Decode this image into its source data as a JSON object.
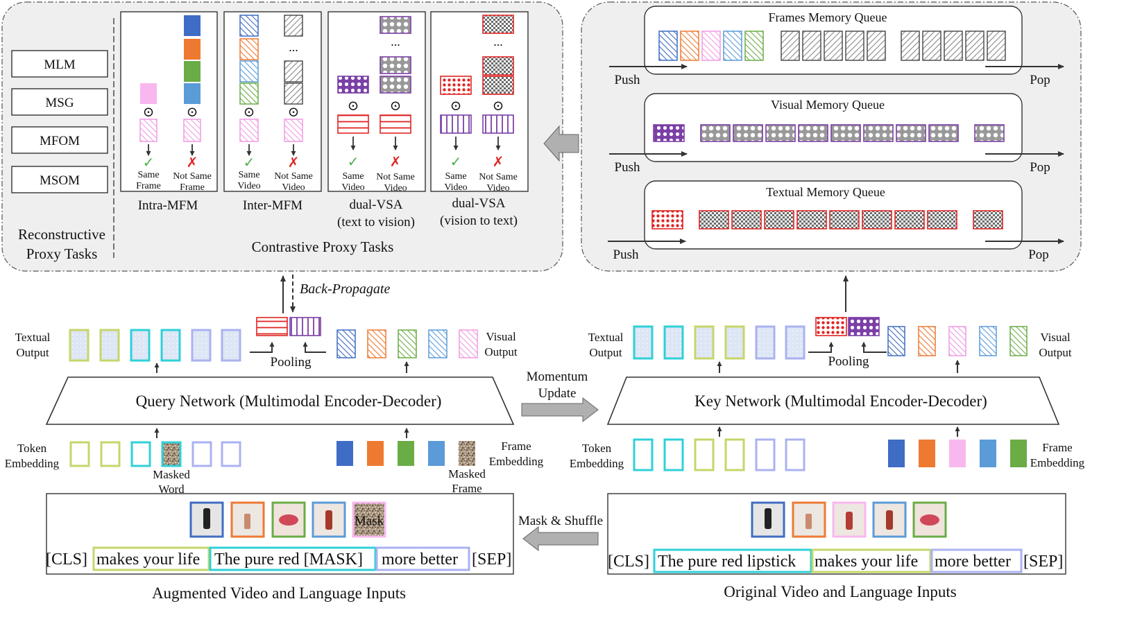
{
  "proxy_tasks": {
    "reconstructive_items": [
      "MLM",
      "MSG",
      "MFOM",
      "MSOM"
    ],
    "reconstructive_title_line1": "Reconstructive",
    "reconstructive_title_line2": "Proxy Tasks",
    "contrastive_title": "Contrastive Proxy Tasks",
    "panels": [
      {
        "name": "Intra-MFM",
        "name2": "",
        "left_label1": "Same",
        "left_label2": "Frame",
        "right_label1": "Not Same",
        "right_label2": "Frame"
      },
      {
        "name": "Inter-MFM",
        "name2": "",
        "left_label1": "Same",
        "left_label2": "Video",
        "right_label1": "Not Same",
        "right_label2": "Video"
      },
      {
        "name": "dual-VSA",
        "name2": "(text to vision)",
        "left_label1": "Same",
        "left_label2": "Video",
        "right_label1": "Not Same",
        "right_label2": "Video"
      },
      {
        "name": "dual-VSA",
        "name2": "(vision to text)",
        "left_label1": "Same",
        "left_label2": "Video",
        "right_label1": "Not Same",
        "right_label2": "Video"
      }
    ],
    "dot_symbol": "⊙",
    "check_symbol": "✓",
    "cross_symbol": "✗",
    "ellipsis": "..."
  },
  "memory_queues": {
    "queues": [
      {
        "title": "Frames Memory Queue"
      },
      {
        "title": "Visual Memory Queue"
      },
      {
        "title": "Textual Memory Queue"
      }
    ],
    "push_label": "Push",
    "pop_label": "Pop"
  },
  "back_propagate_label": "Back-Propagate",
  "query_side": {
    "textual_output_line1": "Textual",
    "textual_output_line2": "Output",
    "visual_output_line1": "Visual",
    "visual_output_line2": "Output",
    "pooling_label": "Pooling",
    "network_label": "Query Network (Multimodal Encoder-Decoder)",
    "token_embedding_line1": "Token",
    "token_embedding_line2": "Embedding",
    "frame_embedding_line1": "Frame",
    "frame_embedding_line2": "Embedding",
    "masked_word_line1": "Masked",
    "masked_word_line2": "Word",
    "masked_frame_line1": "Masked",
    "masked_frame_line2": "Frame",
    "mask_text": "Mask",
    "sentence": {
      "cls": "[CLS]",
      "seg1": "makes your life",
      "seg2": "The pure red [MASK]",
      "seg3": "more better",
      "sep": "[SEP]"
    },
    "inputs_caption": "Augmented Video and Language Inputs"
  },
  "momentum_update_line1": "Momentum",
  "momentum_update_line2": "Update",
  "mask_shuffle_label": "Mask & Shuffle",
  "key_side": {
    "textual_output_line1": "Textual",
    "textual_output_line2": "Output",
    "visual_output_line1": "Visual",
    "visual_output_line2": "Output",
    "pooling_label": "Pooling",
    "network_label": "Key Network (Multimodal Encoder-Decoder)",
    "token_embedding_line1": "Token",
    "token_embedding_line2": "Embedding",
    "frame_embedding_line1": "Frame",
    "frame_embedding_line2": "Embedding",
    "sentence": {
      "cls": "[CLS]",
      "seg1": "The pure red lipstick",
      "seg2": "makes your life",
      "seg3": "more better",
      "sep": "[SEP]"
    },
    "inputs_caption": "Original Video and Language Inputs"
  },
  "colors": {
    "blue": "#3f6cc4",
    "orange": "#ee7a32",
    "green": "#6aac46",
    "lightblue": "#5a9bd8",
    "pink": "#f8b8ef",
    "lime": "#c6d66a",
    "cyan": "#2fd0d8",
    "lavender": "#aab2f0",
    "purple": "#7b3fa6",
    "red": "#e02424",
    "gray": "#555555"
  }
}
